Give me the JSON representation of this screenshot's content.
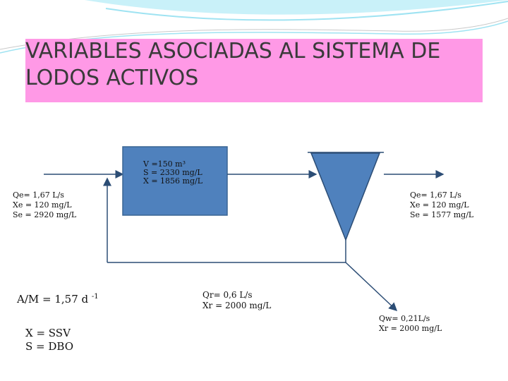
{
  "title": "VARIABLES ASOCIADAS  AL SISTEMA DE LODOS ACTIVOS",
  "colors": {
    "title_bg": "#ff99e6",
    "reactor": "#4f81bd",
    "line": "#2c4d75",
    "swoosh": "#9fe3f2"
  },
  "reactor": {
    "v": "V =150 m³",
    "s": "S  = 2330 mg/L",
    "x": "X = 1856 mg/L"
  },
  "influent": {
    "qe": "Qe= 1,67 L/s",
    "xe": "Xe = 120 mg/L",
    "se": "Se = 2920 mg/L"
  },
  "effluent": {
    "qe": "Qe= 1,67 L/s",
    "xe": "Xe = 120 mg/L",
    "se": "Se = 1577 mg/L"
  },
  "recycle": {
    "qr": "Qr=  0,6 L/s",
    "xr": "Xr =  2000 mg/L"
  },
  "waste": {
    "qw": "Qw=  0,21L/s",
    "xr": "Xr =  2000 mg/L"
  },
  "fm_ratio": {
    "text": "A/M = 1,57  d",
    "exp": "-1"
  },
  "legend": {
    "x": "X = SSV",
    "s": "S = DBO"
  }
}
